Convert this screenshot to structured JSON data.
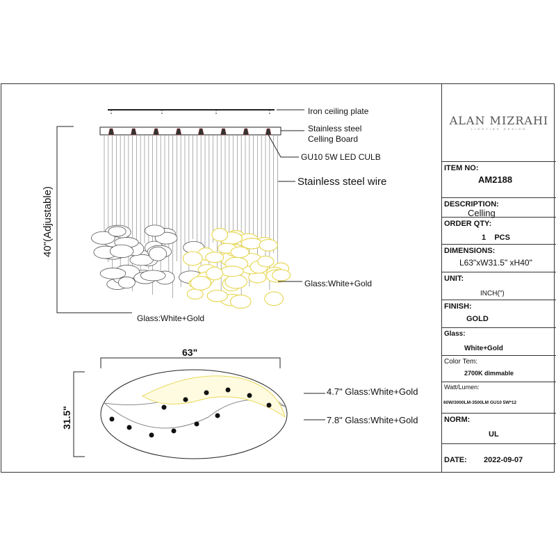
{
  "brand": {
    "name": "ALAN MIZRAHI",
    "tagline": "LIGHTING DESIGN"
  },
  "spec": [
    {
      "label": "ITEM NO:",
      "value": "AM2188"
    },
    {
      "label": "DESCRIPTION:",
      "value": "Celling"
    },
    {
      "label": "ORDER QTY:",
      "value": "1    PCS"
    },
    {
      "label": "DIMENSIONS:",
      "value": "L63\"xW31.5\" xH40\""
    },
    {
      "label": "UNIT:",
      "value": "INCH(\")"
    },
    {
      "label": "FINISH:",
      "value": "GOLD"
    },
    {
      "label": "Glass:",
      "value": "White+Gold"
    },
    {
      "label": "Color Tem:",
      "value": "2700K dimmable"
    },
    {
      "label": "Watt/Lumen:",
      "value": "60W/3000LM-3500LM GU10 5W*12"
    },
    {
      "label": "NORM:",
      "value": "UL"
    },
    {
      "label": "DATE:",
      "value": "2022-09-07"
    }
  ],
  "drawing": {
    "iron_plate": "Iron ceiling plate",
    "board1": "Stainless steel",
    "board2": "Celling Board",
    "bulb": "GU10 5W LED CULB",
    "wire": "Stainless steel wire",
    "height": "40\"(Adjustable)",
    "glass_right": "Glass:White+Gold",
    "glass_left": "Glass:White+Gold",
    "width": "63\"",
    "depth": "31.5\"",
    "glass_small": "4.7\" Glass:White+Gold",
    "glass_large": "7.8\" Glass:White+Gold"
  }
}
